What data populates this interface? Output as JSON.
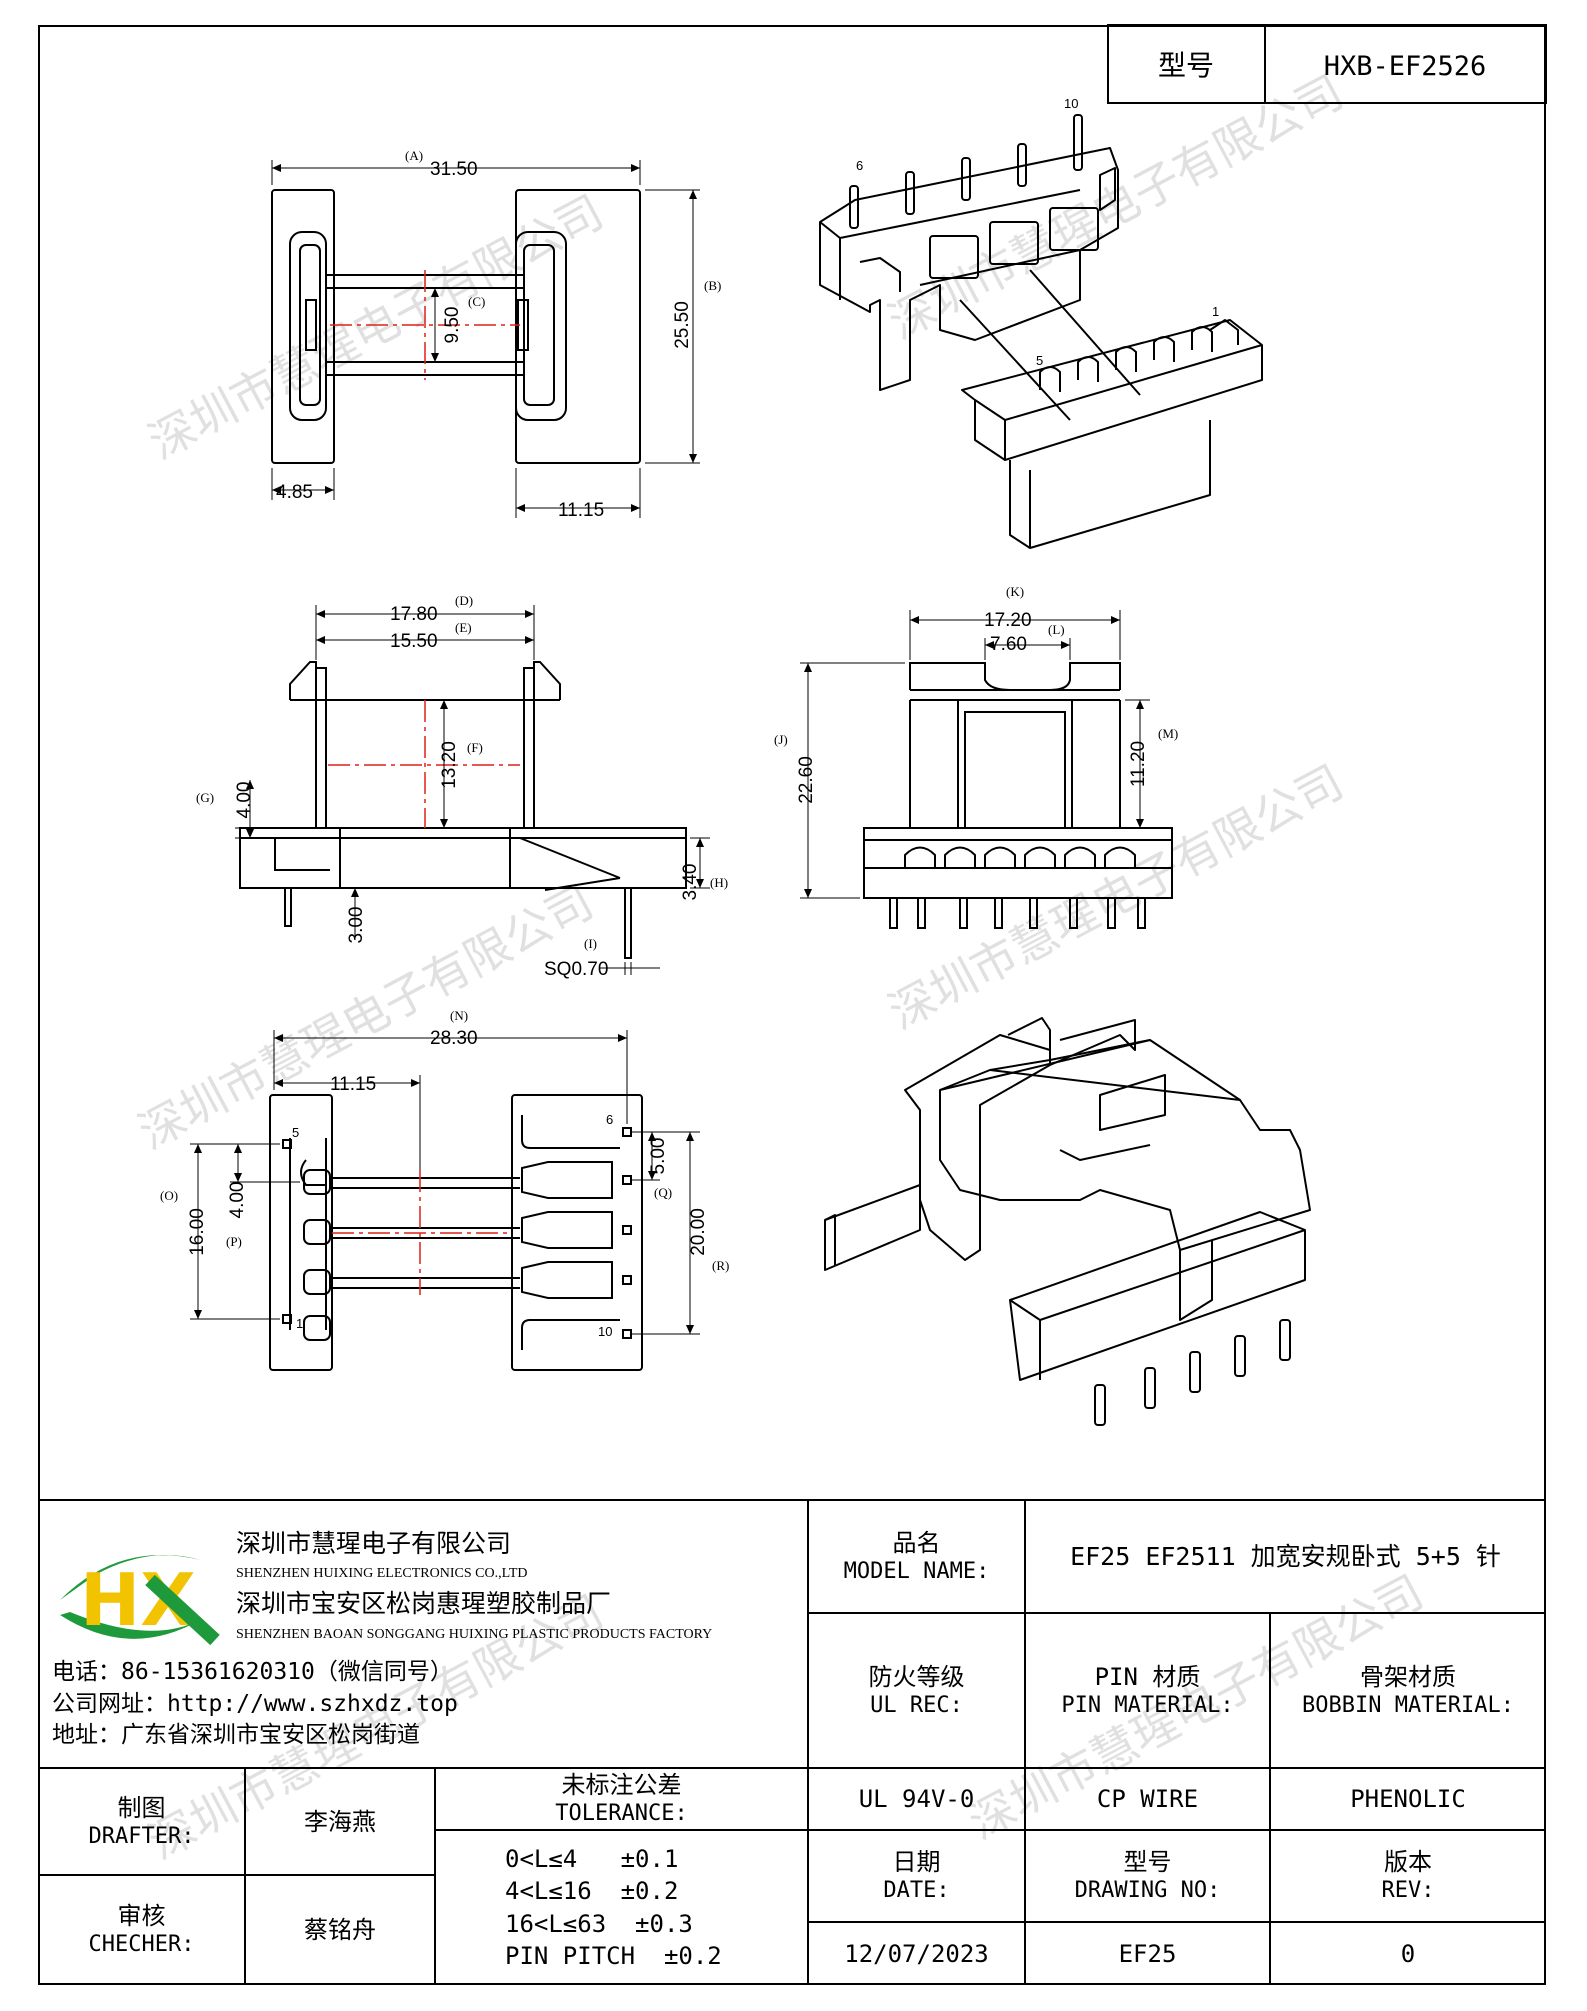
{
  "header": {
    "model_label": "型号",
    "model_value": "HXB-EF2526"
  },
  "watermark": "深圳市慧瑆电子有限公司",
  "dimensions": {
    "A": {
      "tag": "(A)",
      "value": "31.50"
    },
    "B": {
      "tag": "(B)",
      "value": "25.50"
    },
    "C": {
      "tag": "(C)",
      "value": "9.50"
    },
    "w485": "4.85",
    "w1115a": "11.15",
    "D": {
      "tag": "(D)",
      "value": "17.80"
    },
    "E": {
      "tag": "(E)",
      "value": "15.50"
    },
    "F": {
      "tag": "(F)",
      "value": "13.20"
    },
    "G": {
      "tag": "(G)",
      "value": "4.00"
    },
    "H": {
      "tag": "(H)",
      "value": "3.40"
    },
    "w300": "3.00",
    "I": {
      "tag": "(I)",
      "value": "SQ0.70"
    },
    "K": {
      "tag": "(K)",
      "value": "17.20"
    },
    "L": {
      "tag": "(L)",
      "value": "7.60"
    },
    "J": {
      "tag": "(J)",
      "value": "22.60"
    },
    "M": {
      "tag": "(M)",
      "value": "11.20"
    },
    "N": {
      "tag": "(N)",
      "value": "28.30"
    },
    "w1115b": "11.15",
    "O": {
      "tag": "(O)",
      "value": "16.00"
    },
    "P": {
      "tag": "(P)",
      "value": "4.00"
    },
    "Q": {
      "tag": "(Q)",
      "value": "5.00"
    },
    "R": {
      "tag": "(R)",
      "value": "20.00"
    }
  },
  "pins": {
    "top_view": [
      "6",
      "10",
      "1",
      "5"
    ],
    "bottom_view": [
      "5",
      "1",
      "6",
      "10"
    ]
  },
  "company": {
    "logo_letters": "HX",
    "name_cn": "深圳市慧瑆电子有限公司",
    "name_en": "SHENZHEN HUIXING ELECTRONICS CO.,LTD",
    "factory_cn": "深圳市宝安区松岗惠瑆塑胶制品厂",
    "factory_en": "SHENZHEN BAOAN SONGGANG HUIXING PLASTIC PRODUCTS FACTORY",
    "phone": "电话：86-15361620310（微信同号）",
    "website": "公司网址：http://www.szhxdz.top",
    "address": "地址：广东省深圳市宝安区松岗街道"
  },
  "title_block": {
    "model_name_cn": "品名",
    "model_name_en": "MODEL NAME:",
    "model_name_value": "EF25 EF2511 加宽安规卧式 5+5 针",
    "ul_cn": "防火等级",
    "ul_en": "UL REC:",
    "pin_cn": "PIN 材质",
    "pin_en": "PIN MATERIAL:",
    "bobbin_cn": "骨架材质",
    "bobbin_en": "BOBBIN MATERIAL:",
    "ul_value": "UL 94V-0",
    "pin_value": "CP WIRE",
    "bobbin_value": "PHENOLIC",
    "drafter_cn": "制图",
    "drafter_en": "DRAFTER:",
    "drafter_value": "李海燕",
    "checker_cn": "审核",
    "checker_en": "CHECHER:",
    "checker_value": "蔡铭舟",
    "tolerance_cn": "未标注公差",
    "tolerance_en": "TOLERANCE:",
    "tolerance_lines": [
      "0<L≤4   ±0.1",
      "4<L≤16  ±0.2",
      "16<L≤63  ±0.3",
      "PIN PITCH  ±0.2"
    ],
    "date_cn": "日期",
    "date_en": "DATE:",
    "date_value": "12/07/2023",
    "drawing_cn": "型号",
    "drawing_en": "DRAWING NO:",
    "drawing_value": "EF25",
    "rev_cn": "版本",
    "rev_en": "REV:",
    "rev_value": "0"
  },
  "colors": {
    "line": "#000000",
    "centerline": "#e0201a",
    "logo_green": "#1e9a3c",
    "logo_yellow": "#f2c300"
  }
}
